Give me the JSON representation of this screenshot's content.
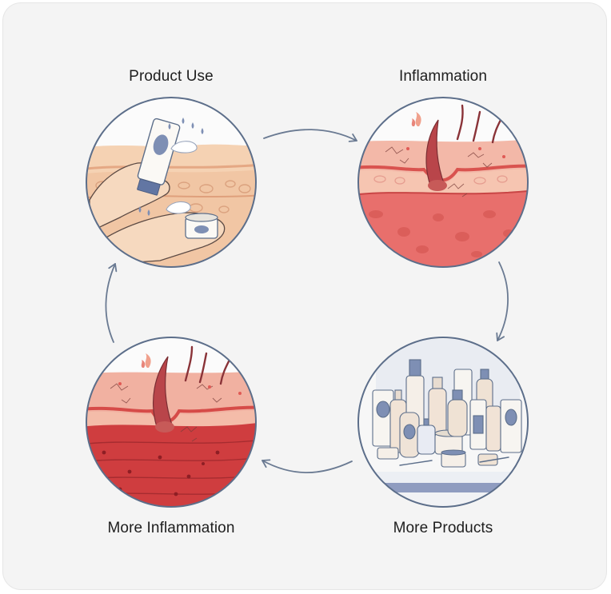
{
  "diagram": {
    "steps": [
      {
        "label": "Product Use"
      },
      {
        "label": "Inflammation"
      },
      {
        "label": "More Products"
      },
      {
        "label": "More Inflammation"
      }
    ]
  },
  "colors": {
    "outline": "#5c6e8a",
    "arrow": "#6a7a92",
    "skin_light": "#f3cfae",
    "inflamed": "#e86f6c",
    "deep_red": "#c9343a",
    "accent_blue": "#7e8fb4"
  },
  "icons": [
    "product-tube-icon",
    "cream-jar-icon",
    "hair-follicle-icon",
    "bottles-icon",
    "cycle-arrow-icon"
  ]
}
